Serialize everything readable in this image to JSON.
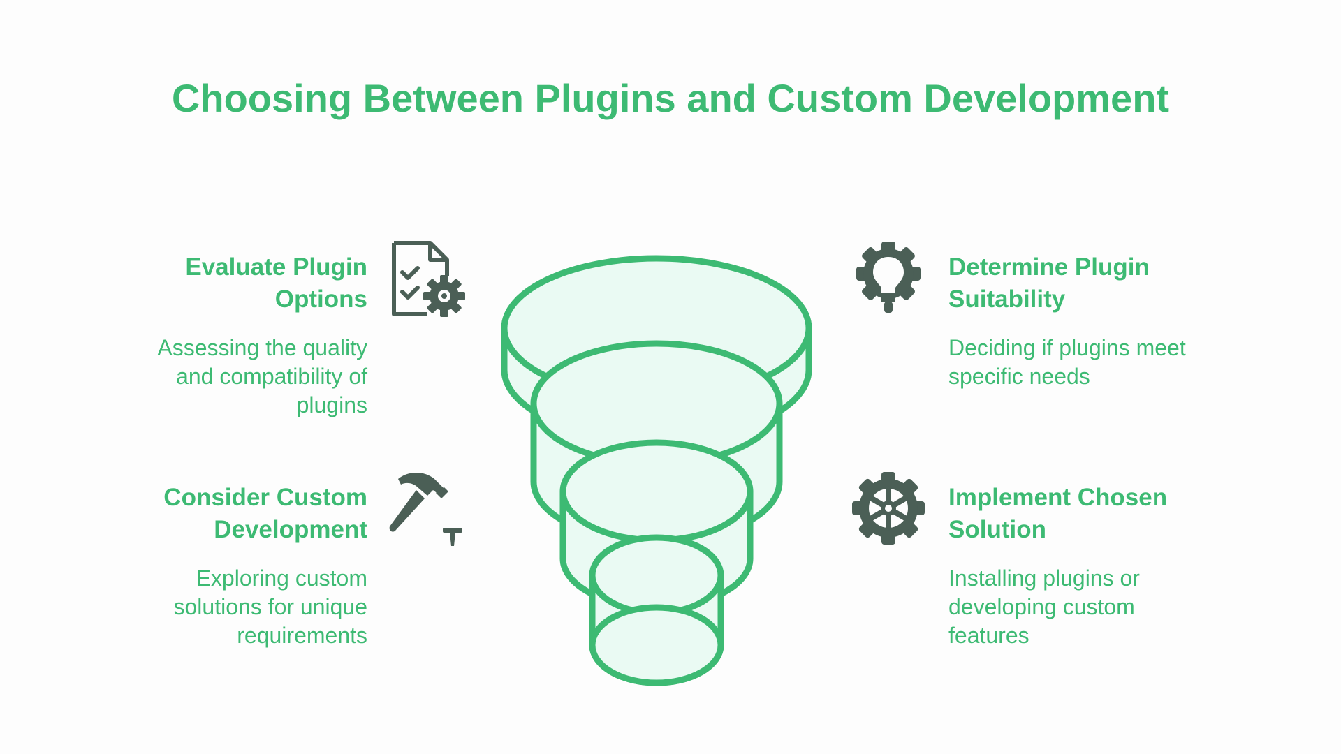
{
  "title": "Choosing Between Plugins and Custom Development",
  "colors": {
    "accent": "#3dba73",
    "fill": "#eafaf3",
    "icon": "#4b5f56"
  },
  "steps": [
    {
      "heading_line1": "Evaluate Plugin",
      "heading_line2": "Options",
      "desc_line1": "Assessing the quality",
      "desc_line2": "and compatibility of",
      "desc_line3": "plugins",
      "icon": "checklist-gear-icon"
    },
    {
      "heading_line1": "Consider Custom",
      "heading_line2": "Development",
      "desc_line1": "Exploring custom",
      "desc_line2": "solutions for unique",
      "desc_line3": "requirements",
      "icon": "hammer-nail-icon"
    },
    {
      "heading_line1": "Determine Plugin",
      "heading_line2": "Suitability",
      "desc_line1": "Deciding if plugins meet",
      "desc_line2": "specific needs",
      "desc_line3": "",
      "icon": "gear-lightbulb-icon"
    },
    {
      "heading_line1": "Implement Chosen",
      "heading_line2": "Solution",
      "desc_line1": "Installing plugins or",
      "desc_line2": "developing custom",
      "desc_line3": "features",
      "icon": "gear-wheel-icon"
    }
  ]
}
